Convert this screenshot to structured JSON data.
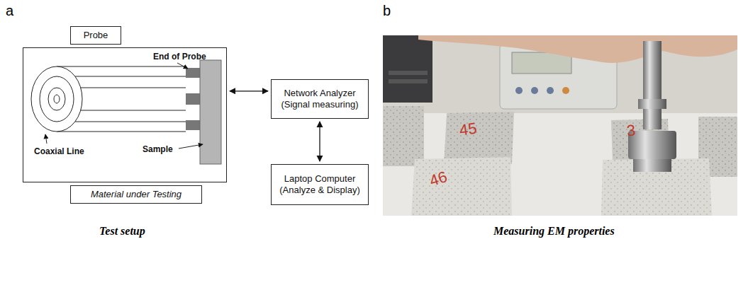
{
  "diagram": {
    "nodes": [
      {
        "text": [
          "Probe"
        ]
      },
      {
        "text": [
          "End of Probe",
          "Sample",
          "Coaxial Line"
        ]
      },
      {
        "text": [
          "Material under Testing"
        ]
      },
      {
        "text": [
          "Network Analyzer (Signal measuring)"
        ]
      },
      {
        "text": [
          "Laptop Computer (Analyze & Display)"
        ]
      }
    ],
    "edges": [
      {
        "from": 1,
        "to": 3,
        "arrow": "both"
      },
      {
        "from": 3,
        "to": 4,
        "arrow": "both"
      }
    ],
    "labels": [
      "a",
      "b",
      "Test setup",
      "Measuring EM properties",
      "45",
      "46",
      "3"
    ]
  }
}
